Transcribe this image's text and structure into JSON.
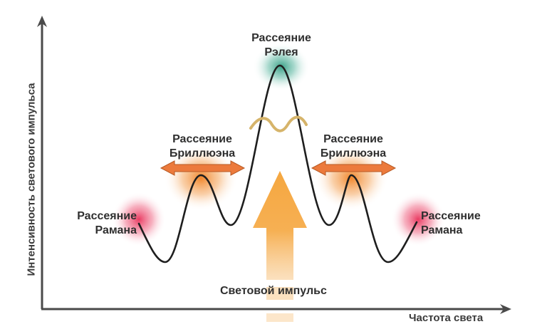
{
  "diagram": {
    "title": "",
    "axes": {
      "y_label": "Интенсивность светового импульса",
      "x_label": "Частота света"
    },
    "peaks": {
      "rayleigh": {
        "line1": "Рассеяние",
        "line2": "Рэлея",
        "glow_color": "#2f9a80"
      },
      "brillouin_left": {
        "line1": "Рассеяние",
        "line2": "Бриллюэна",
        "glow_color": "#f28a2e"
      },
      "brillouin_right": {
        "line1": "Рассеяние",
        "line2": "Бриллюэна",
        "glow_color": "#f28a2e"
      },
      "raman_left": {
        "line1": "Рассеяние",
        "line2": "Рамана",
        "glow_color": "#e8315a"
      },
      "raman_right": {
        "line1": "Рассеяние",
        "line2": "Рамана",
        "glow_color": "#e8315a"
      }
    },
    "pulse": {
      "label": "Световой импульс",
      "color": "#f5a740"
    },
    "wave_color": "#d6b46a",
    "curve_color": "#1e1e1e",
    "axis_color": "#4a4a4a",
    "double_arrow_color": "#ec7a3c"
  }
}
